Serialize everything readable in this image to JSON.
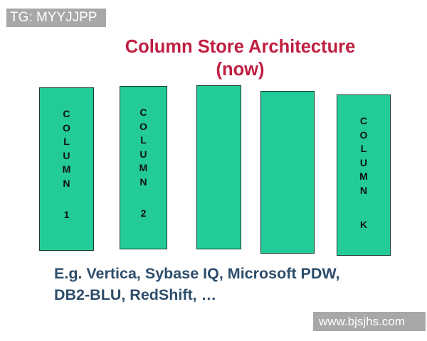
{
  "tag": {
    "label": "TG: MYYJJPP"
  },
  "title": {
    "line1": "Column Store Architecture",
    "line2": "(now)"
  },
  "columns": [
    {
      "word": "COLUMN",
      "number": "1"
    },
    {
      "word": "COLUMN",
      "number": "2"
    },
    {
      "word": "",
      "number": ""
    },
    {
      "word": "",
      "number": ""
    },
    {
      "word": "COLUMN",
      "number": "K"
    }
  ],
  "caption": {
    "line1": "E.g. Vertica, Sybase IQ, Microsoft PDW,",
    "line2": "DB2-BLU, RedShift, …"
  },
  "watermark": {
    "label": "www.bjsjhs.com"
  },
  "colors": {
    "column_fill": "#22cb97",
    "column_border": "#163c31",
    "title_text": "#bf1e41",
    "caption_text": "#2e4d6b",
    "tag_background": "#a8a8a8",
    "watermark_background": "#a8a8a8"
  }
}
